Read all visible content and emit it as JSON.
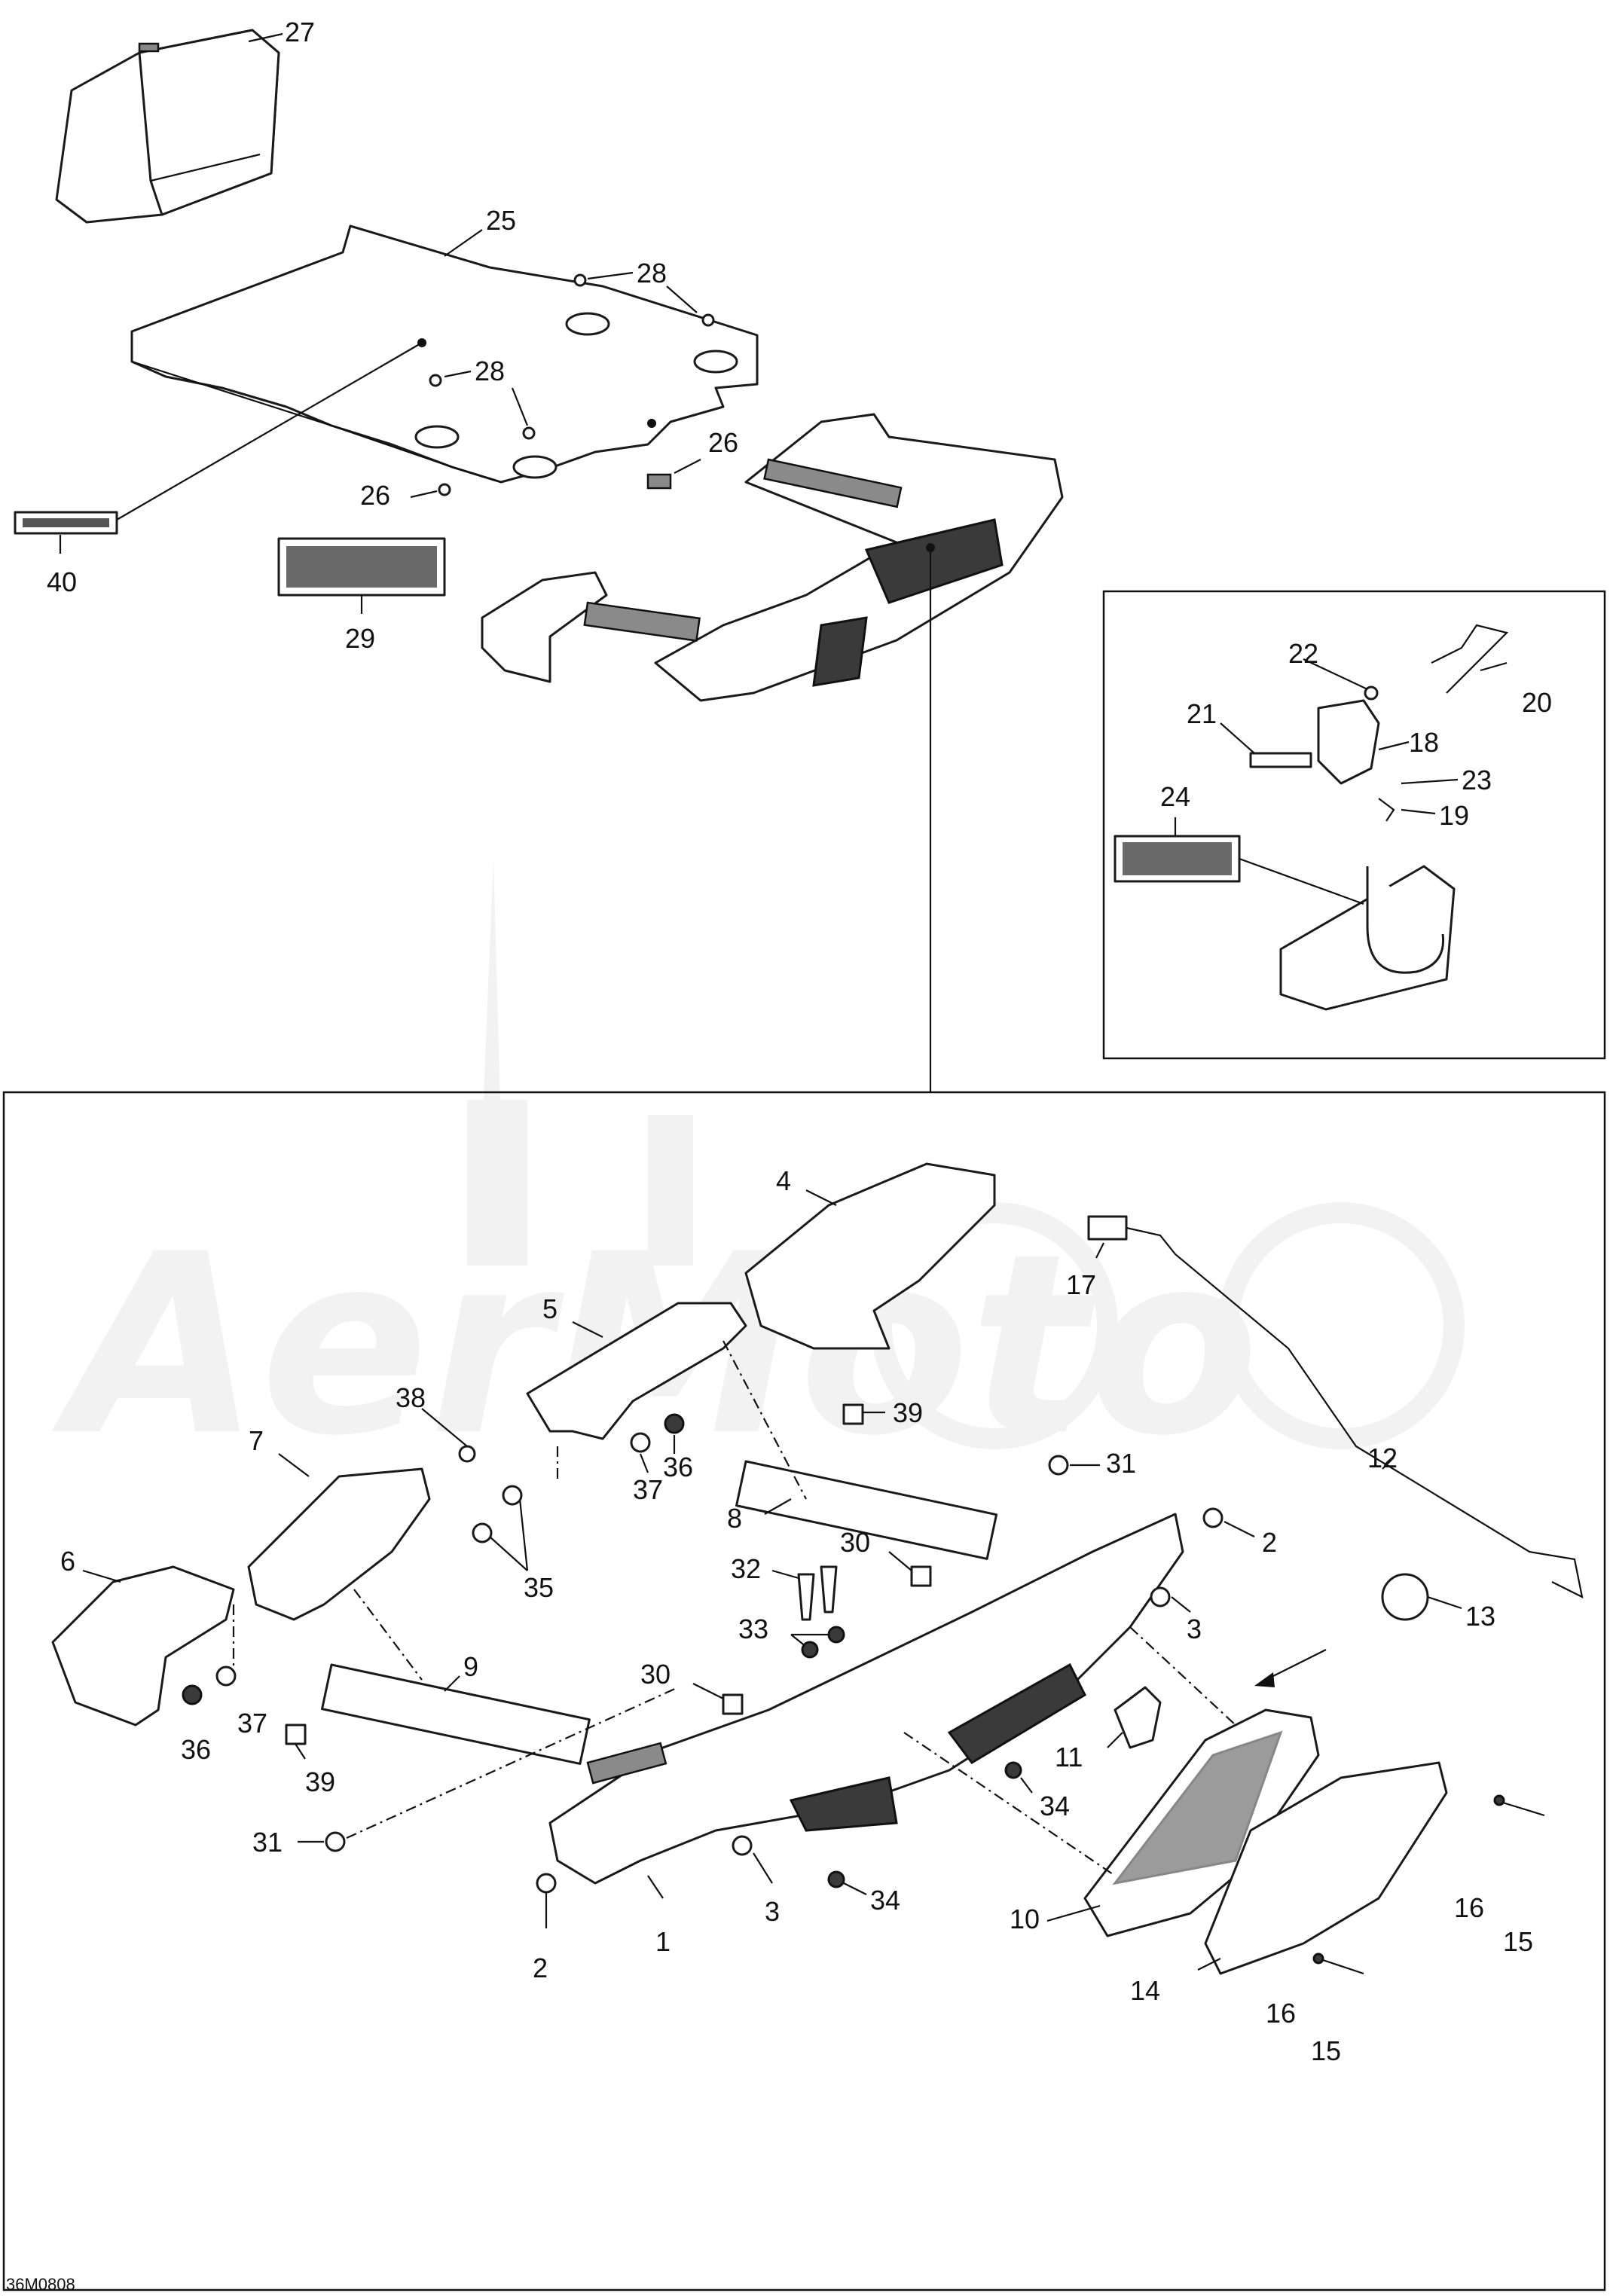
{
  "drawing_code": "36M0808",
  "watermark": "AerMoto",
  "callouts": {
    "c1": "1",
    "c2a": "2",
    "c2b": "2",
    "c3a": "3",
    "c3b": "3",
    "c4": "4",
    "c5": "5",
    "c6": "6",
    "c7": "7",
    "c8": "8",
    "c9": "9",
    "c10": "10",
    "c11": "11",
    "c12": "12",
    "c13": "13",
    "c14": "14",
    "c15a": "15",
    "c15b": "15",
    "c16a": "16",
    "c16b": "16",
    "c17": "17",
    "c18": "18",
    "c19": "19",
    "c20": "20",
    "c21": "21",
    "c22": "22",
    "c23": "23",
    "c24": "24",
    "c25": "25",
    "c26a": "26",
    "c26b": "26",
    "c27": "27",
    "c28a": "28",
    "c28b": "28",
    "c29": "29",
    "c30a": "30",
    "c30b": "30",
    "c31a": "31",
    "c31b": "31",
    "c32": "32",
    "c33": "33",
    "c34a": "34",
    "c34b": "34",
    "c35": "35",
    "c36a": "36",
    "c36b": "36",
    "c37a": "37",
    "c37b": "37",
    "c38": "38",
    "c39a": "39",
    "c39b": "39",
    "c40": "40"
  }
}
